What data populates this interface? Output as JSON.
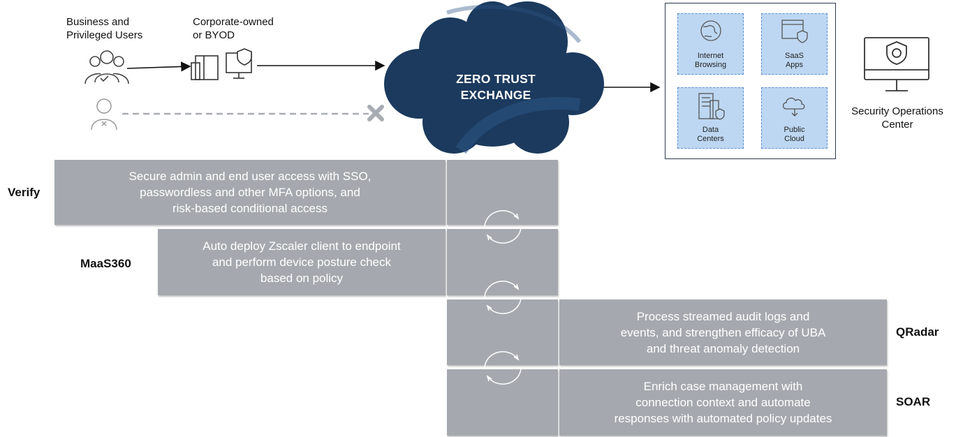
{
  "top": {
    "users_label": "Business and\nPrivileged Users",
    "devices_label": "Corporate-owned\nor BYOD",
    "cloud_line1": "ZERO TRUST",
    "cloud_line2": "EXCHANGE"
  },
  "resources": [
    {
      "label": "Internet\nBrowsing",
      "icon": "globe-icon"
    },
    {
      "label": "SaaS\nApps",
      "icon": "saas-app-icon"
    },
    {
      "label": "Data\nCenters",
      "icon": "data-center-icon"
    },
    {
      "label": "Public\nCloud",
      "icon": "cloud-icon"
    }
  ],
  "soc_label": "Security Operations\nCenter",
  "integrations": [
    {
      "tag": "Verify",
      "text": "Secure admin and end user access with SSO,\npasswordless and other MFA options, and\nrisk-based conditional access"
    },
    {
      "tag": "MaaS360",
      "text": "Auto deploy Zscaler client to endpoint\nand perform device posture check\nbased on policy"
    },
    {
      "tag": "QRadar",
      "text": "Process streamed audit logs and\nevents, and strengthen efficacy of UBA\nand threat anomaly detection"
    },
    {
      "tag": "SOAR",
      "text": "Enrich case management with\nconnection context and automate\nresponses with automated policy updates"
    }
  ],
  "colors": {
    "cloud": "#1b3a5e",
    "box": "#a5a9af",
    "tile": "#bdd7f2"
  }
}
